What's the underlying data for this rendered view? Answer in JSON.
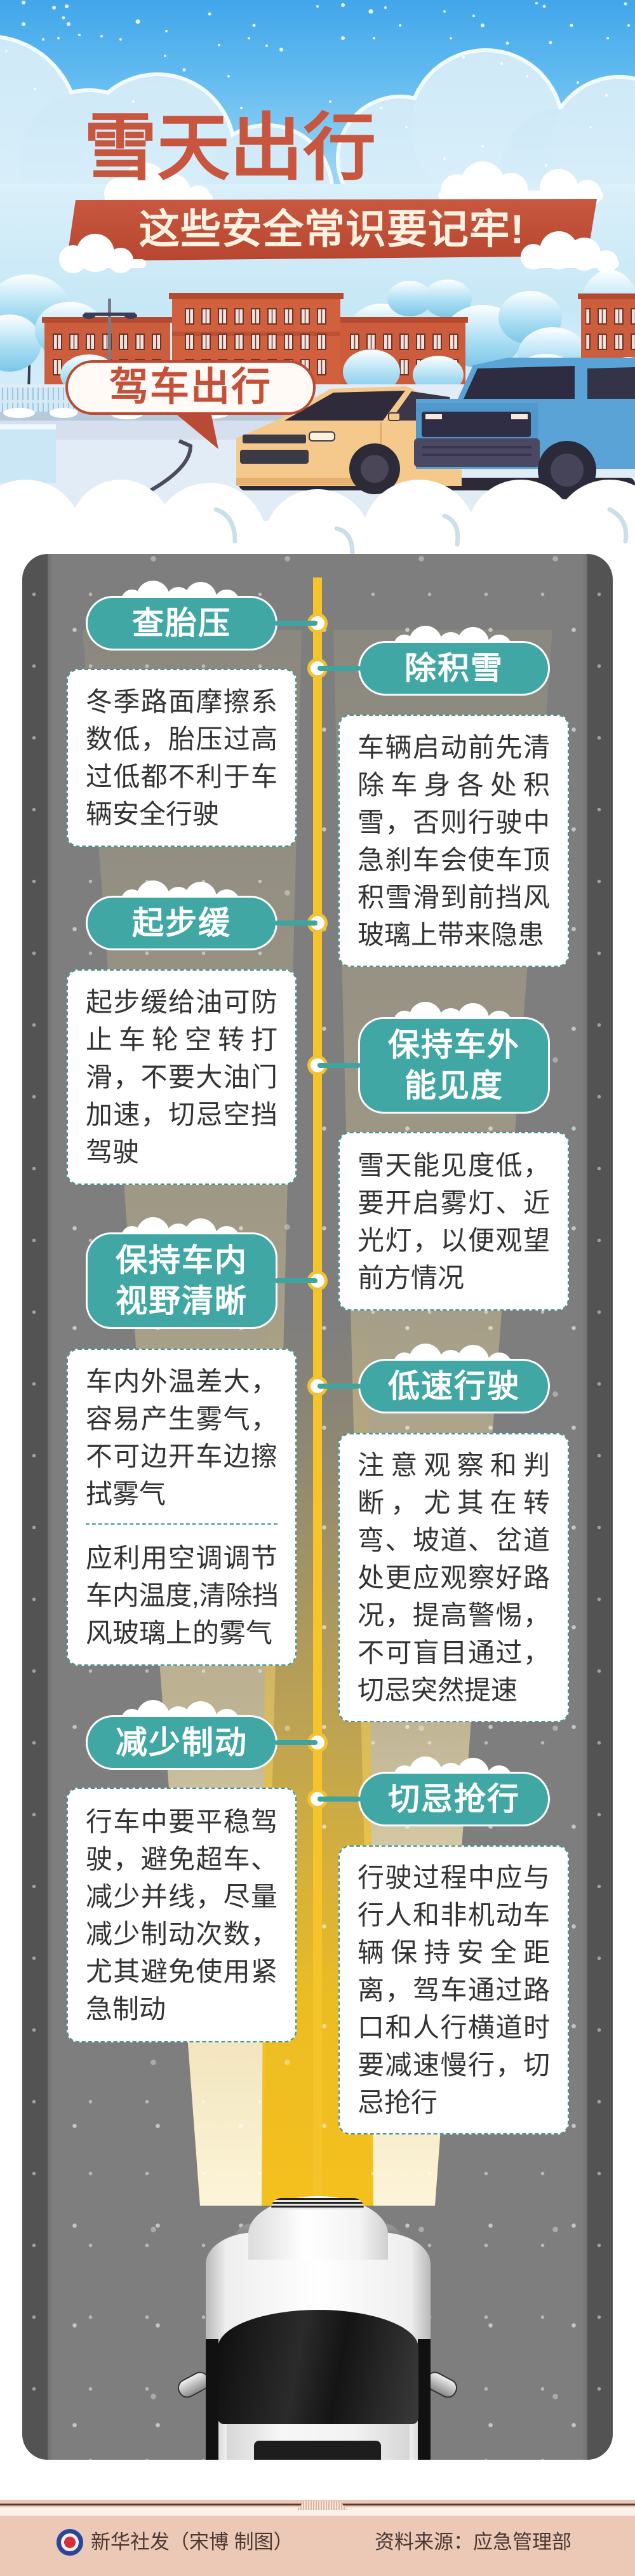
{
  "header": {
    "title": "雪天出行",
    "subtitle": "这些安全常识要记牢!",
    "section": "驾车出行"
  },
  "tips": [
    {
      "side": "left",
      "title": [
        "查胎压"
      ],
      "text": [
        [
          "冬季路面摩擦系",
          "数低，胎压过高",
          "过低都不利于车",
          "辆安全行驶"
        ]
      ]
    },
    {
      "side": "right",
      "title": [
        "除积雪"
      ],
      "text": [
        [
          "车辆启动前先清",
          "除车身各处积",
          "雪，否则行驶中",
          "急刹车会使车顶",
          "积雪滑到前挡风",
          "玻璃上带来隐患"
        ]
      ]
    },
    {
      "side": "left",
      "title": [
        "起步缓"
      ],
      "text": [
        [
          "起步缓给油可防",
          "止车轮空转打",
          "滑，不要大油门",
          "加速，切忌空挡",
          "驾驶"
        ]
      ]
    },
    {
      "side": "right",
      "title": [
        "保持车外",
        "能见度"
      ],
      "text": [
        [
          "雪天能见度低，",
          "要开启雾灯、近",
          "光灯，以便观望",
          "前方情况"
        ]
      ]
    },
    {
      "side": "left",
      "title": [
        "保持车内",
        "视野清晰"
      ],
      "text": [
        [
          "车内外温差大，",
          "容易产生雾气，",
          "不可边开车边擦",
          "拭雾气"
        ],
        [
          "应利用空调调节",
          "车内温度,清除挡",
          "风玻璃上的雾气"
        ]
      ]
    },
    {
      "side": "right",
      "title": [
        "低速行驶"
      ],
      "text": [
        [
          "注意观察和判",
          "断，尤其在转",
          "弯、坡道、岔道",
          "处更应观察好路",
          "况，提高警惕，",
          "不可盲目通过，",
          "切忌突然提速"
        ]
      ]
    },
    {
      "side": "left",
      "title": [
        "减少制动"
      ],
      "text": [
        [
          "行车中要平稳驾",
          "驶，避免超车、",
          "减少并线，尽量",
          "减少制动次数，",
          "尤其避免使用紧",
          "急制动"
        ]
      ]
    },
    {
      "side": "right",
      "title": [
        "切忌抢行"
      ],
      "text": [
        [
          "行驶过程中应与",
          "行人和非机动车",
          "辆保持安全距",
          "离，驾车通过路",
          "口和人行横道时",
          "要减速慢行，切",
          "忌抢行"
        ]
      ]
    }
  ],
  "footer": {
    "logo_icon": "xinhua-logo",
    "credit": "新华社发（宋博 制图）",
    "source": "资料来源：应急管理部"
  },
  "colors": {
    "teal": "#40a7a4",
    "teal_dark": "#3e9591",
    "road": "#7e7e7e",
    "road_edge": "#535353",
    "center_line": "#f5c42a",
    "title_red": "#c8553d",
    "banner_red": "#bf4f37",
    "footer_bg": "#ecc9b6",
    "text_dark": "#333333"
  }
}
